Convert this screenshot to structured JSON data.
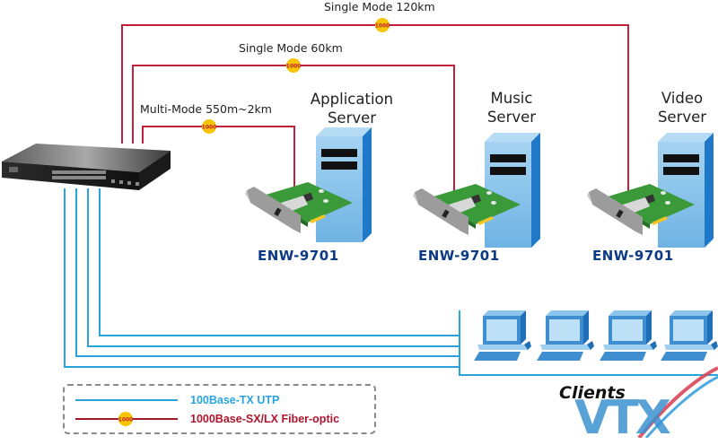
{
  "fiber_links": [
    {
      "label": "Single Mode 120km",
      "target": "Video Server"
    },
    {
      "label": "Single Mode 60km",
      "target": "Music Server"
    },
    {
      "label": "Multi-Mode 550m~2km",
      "target": "Application Server"
    }
  ],
  "connector_badge": "1000",
  "servers": [
    {
      "name_line1": "Application",
      "name_line2": "Server",
      "model": "ENW-9701"
    },
    {
      "name_line1": "Music",
      "name_line2": "Server",
      "model": "ENW-9701"
    },
    {
      "name_line1": "Video",
      "name_line2": "Server",
      "model": "ENW-9701"
    }
  ],
  "clients": {
    "label": "Clients",
    "count": 4
  },
  "legend": {
    "utp_label": "100Base-TX UTP",
    "fiber_label": "1000Base-SX/LX Fiber-optic"
  },
  "watermark": {
    "text": "VTX"
  },
  "colors": {
    "fiber": "#c0203a",
    "utp": "#29a3dd",
    "badge": "#f7c400",
    "model_text": "#0d3a85",
    "server_body": "#7fbde8",
    "server_side": "#1f78c8",
    "pcb": "#3a9a3a"
  }
}
